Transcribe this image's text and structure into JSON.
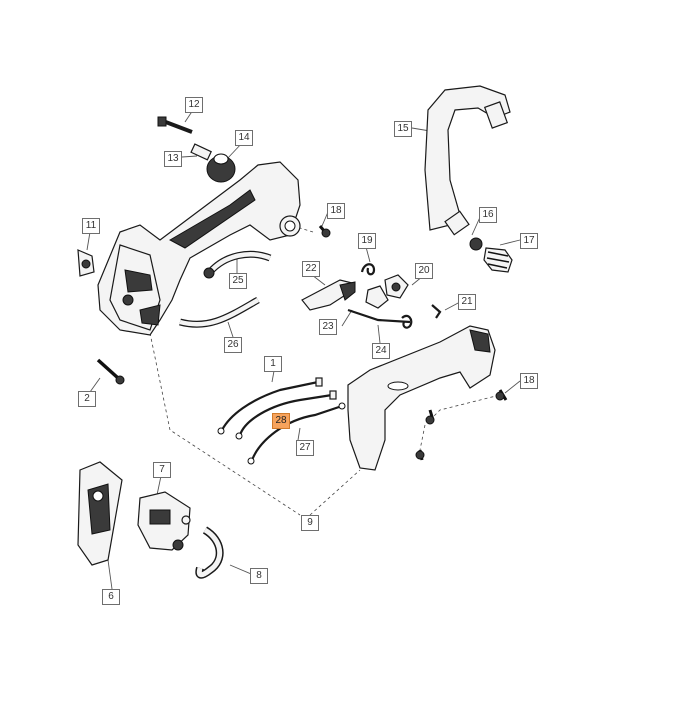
{
  "diagram": {
    "callouts": [
      {
        "id": "c12",
        "label": "12",
        "highlight": false
      },
      {
        "id": "c13",
        "label": "13",
        "highlight": false
      },
      {
        "id": "c14",
        "label": "14",
        "highlight": false
      },
      {
        "id": "c11",
        "label": "11",
        "highlight": false
      },
      {
        "id": "c18a",
        "label": "18",
        "highlight": false
      },
      {
        "id": "c15",
        "label": "15",
        "highlight": false
      },
      {
        "id": "c16",
        "label": "16",
        "highlight": false
      },
      {
        "id": "c17",
        "label": "17",
        "highlight": false
      },
      {
        "id": "c19",
        "label": "19",
        "highlight": false
      },
      {
        "id": "c22",
        "label": "22",
        "highlight": false
      },
      {
        "id": "c20",
        "label": "20",
        "highlight": false
      },
      {
        "id": "c21",
        "label": "21",
        "highlight": false
      },
      {
        "id": "c25",
        "label": "25",
        "highlight": false
      },
      {
        "id": "c23",
        "label": "23",
        "highlight": false
      },
      {
        "id": "c24",
        "label": "24",
        "highlight": false
      },
      {
        "id": "c26",
        "label": "26",
        "highlight": false
      },
      {
        "id": "c1",
        "label": "1",
        "highlight": false
      },
      {
        "id": "c2",
        "label": "2",
        "highlight": false
      },
      {
        "id": "c18b",
        "label": "18",
        "highlight": false
      },
      {
        "id": "c28",
        "label": "28",
        "highlight": true
      },
      {
        "id": "c27",
        "label": "27",
        "highlight": false
      },
      {
        "id": "c7",
        "label": "7",
        "highlight": false
      },
      {
        "id": "c9",
        "label": "9",
        "highlight": false
      },
      {
        "id": "c8",
        "label": "8",
        "highlight": false
      },
      {
        "id": "c6",
        "label": "6",
        "highlight": false
      }
    ]
  },
  "colors": {
    "highlight": "#f7a35c",
    "line": "#1a1a1a"
  }
}
